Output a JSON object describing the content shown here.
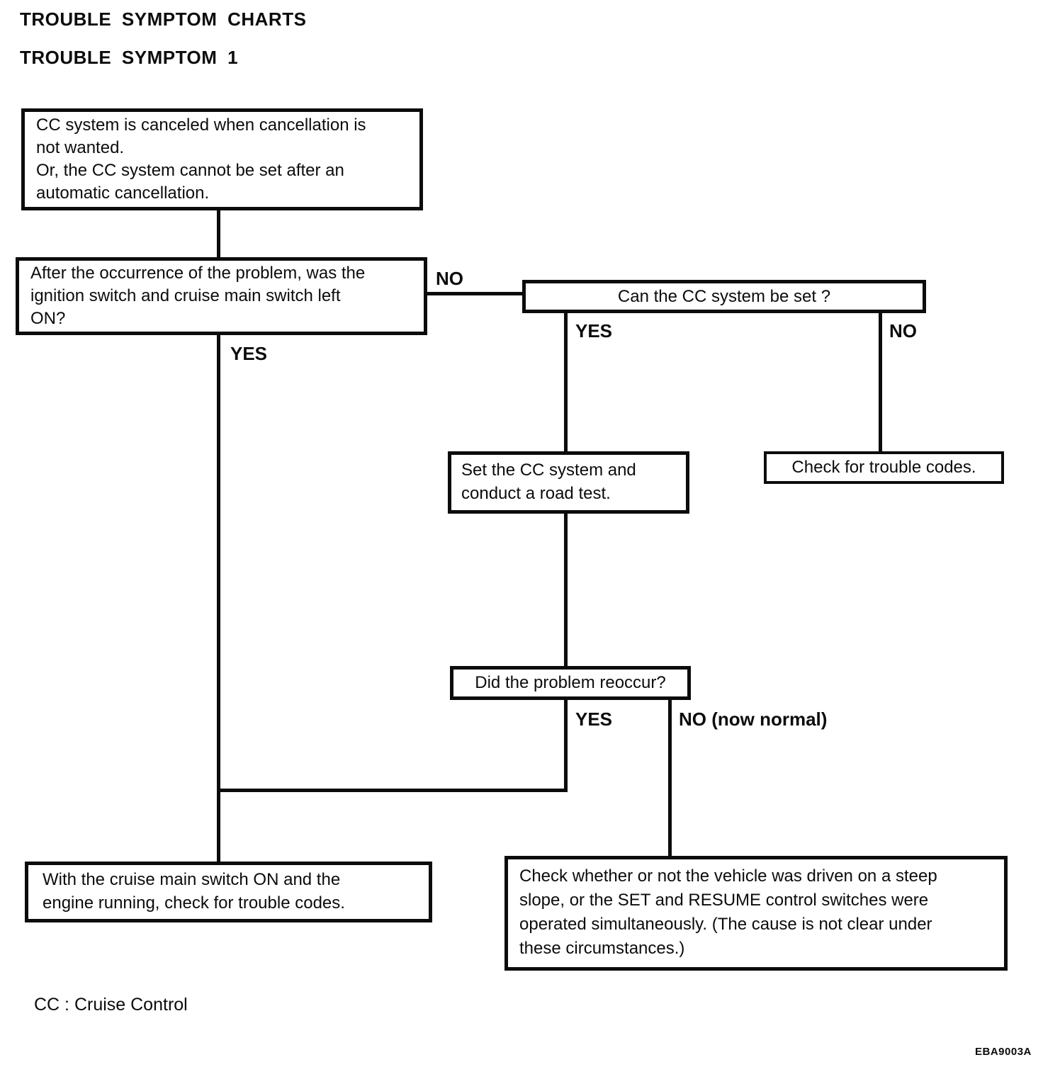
{
  "colors": {
    "ink": "#0c0c0c",
    "paper": "#ffffff"
  },
  "header": {
    "title": "TROUBLE SYMPTOM CHARTS",
    "subtitle": "TROUBLE SYMPTOM 1"
  },
  "flowchart": {
    "nodes": {
      "symptom": "CC system is canceled when cancellation is\nnot wanted.\nOr, the CC system cannot be set after an\nautomatic cancellation.",
      "ignition_question": "After the occurrence of the problem, was the\nignition switch and cruise main switch left\nON?",
      "can_set_question": "Can the CC system be set ?",
      "road_test": "Set the CC system and\nconduct a road test.",
      "trouble_codes": "Check for trouble codes.",
      "reoccur_question": "Did the problem reoccur?",
      "main_switch_codes": "With the cruise main switch ON and the\nengine running, check for trouble codes.",
      "steep_slope": "Check whether or not the vehicle was driven on a steep\nslope, or the SET and RESUME control switches were\noperated simultaneously. (The cause is not clear under\nthese circumstances.)"
    },
    "branch_labels": {
      "ignition_no": "NO",
      "ignition_yes": "YES",
      "can_set_yes": "YES",
      "can_set_no": "NO",
      "reoccur_yes": "YES",
      "reoccur_no": "NO (now normal)"
    }
  },
  "footer": {
    "legend": "CC : Cruise Control",
    "figure_code": "EBA9003A"
  }
}
